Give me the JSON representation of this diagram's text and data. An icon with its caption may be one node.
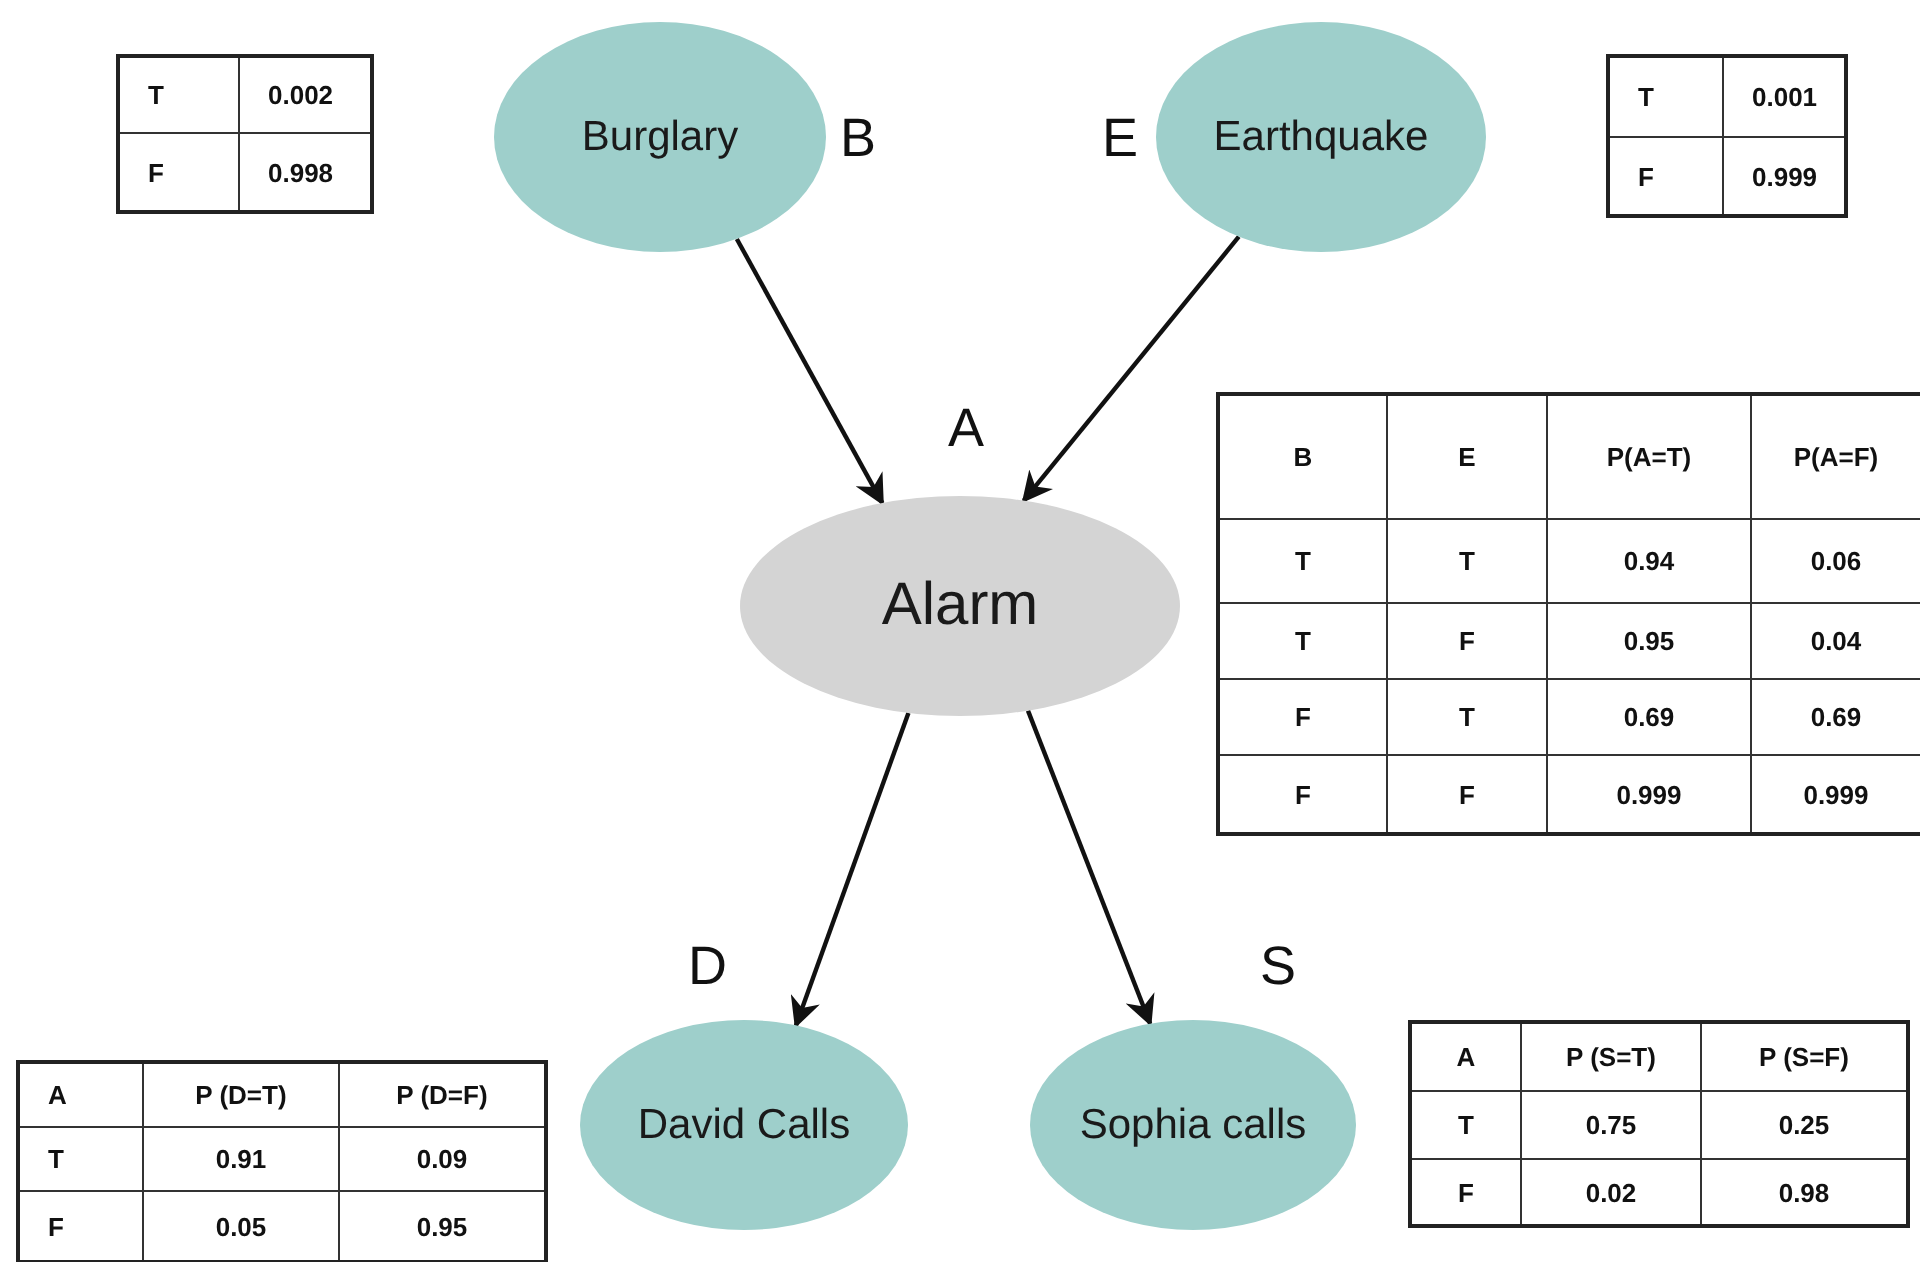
{
  "diagram": {
    "nodes": [
      {
        "text": [
          "Burglary"
        ],
        "beside": [
          "B"
        ]
      },
      {
        "text": [
          "Earthquake"
        ],
        "beside": [
          "E"
        ]
      },
      {
        "text": [
          "Alarm"
        ],
        "beside": [
          "A"
        ]
      },
      {
        "text": [
          "David Calls"
        ],
        "beside": [
          "D"
        ]
      },
      {
        "text": [
          "Sophia calls"
        ],
        "beside": [
          "S"
        ]
      }
    ],
    "edges": [
      {
        "from": 0,
        "to": 2,
        "arrow": "to"
      },
      {
        "from": 1,
        "to": 2,
        "arrow": "to"
      },
      {
        "from": 2,
        "to": 3,
        "arrow": "to"
      },
      {
        "from": 2,
        "to": 4,
        "arrow": "to"
      }
    ],
    "labels": [
      "T",
      "0.002",
      "F",
      "0.998",
      "T",
      "0.001",
      "F",
      "0.999",
      "B",
      "E",
      "P(A=T)",
      "P(A=F)",
      "T",
      "T",
      "0.94",
      "0.06",
      "T",
      "F",
      "0.95",
      "0.04",
      "F",
      "T",
      "0.69",
      "0.69",
      "F",
      "F",
      "0.999",
      "0.999",
      "A",
      "P (D=T)",
      "P (D=F)",
      "T",
      "0.91",
      "0.09",
      "F",
      "0.05",
      "0.95",
      "A",
      "P (S=T)",
      "P (S=F)",
      "T",
      "0.75",
      "0.25",
      "F",
      "0.02",
      "0.98"
    ]
  }
}
